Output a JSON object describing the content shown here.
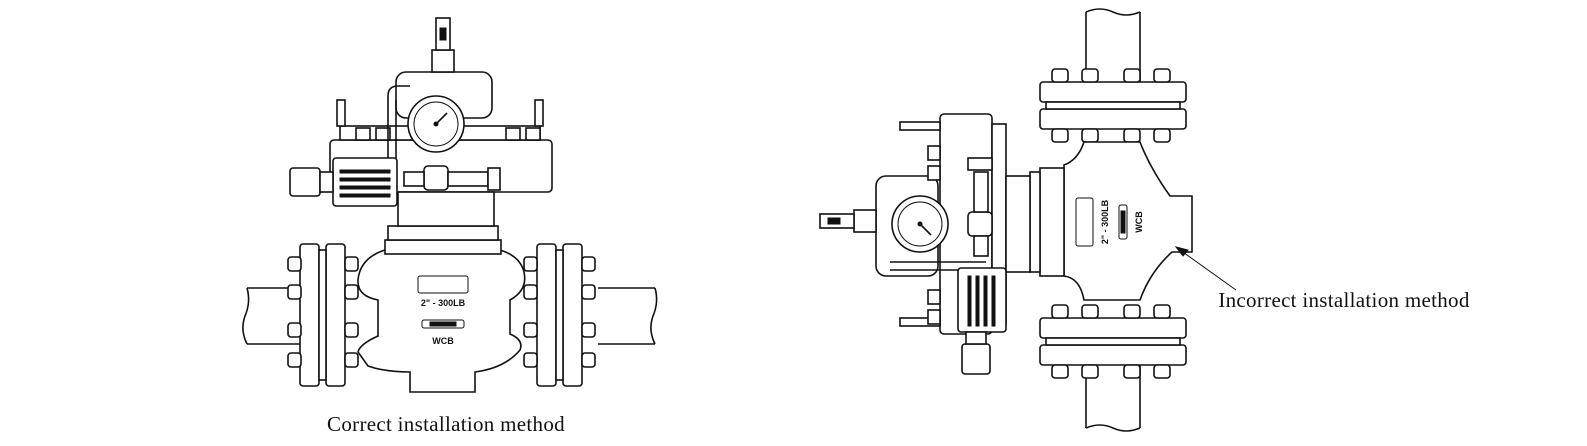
{
  "figures": {
    "correct": {
      "caption": "Correct installation method",
      "body_marking": "2\" - 300LB",
      "material_marking": "WCB"
    },
    "incorrect": {
      "caption": "Incorrect installation method",
      "body_marking": "2\" - 300LB",
      "material_marking": "WCB"
    }
  }
}
